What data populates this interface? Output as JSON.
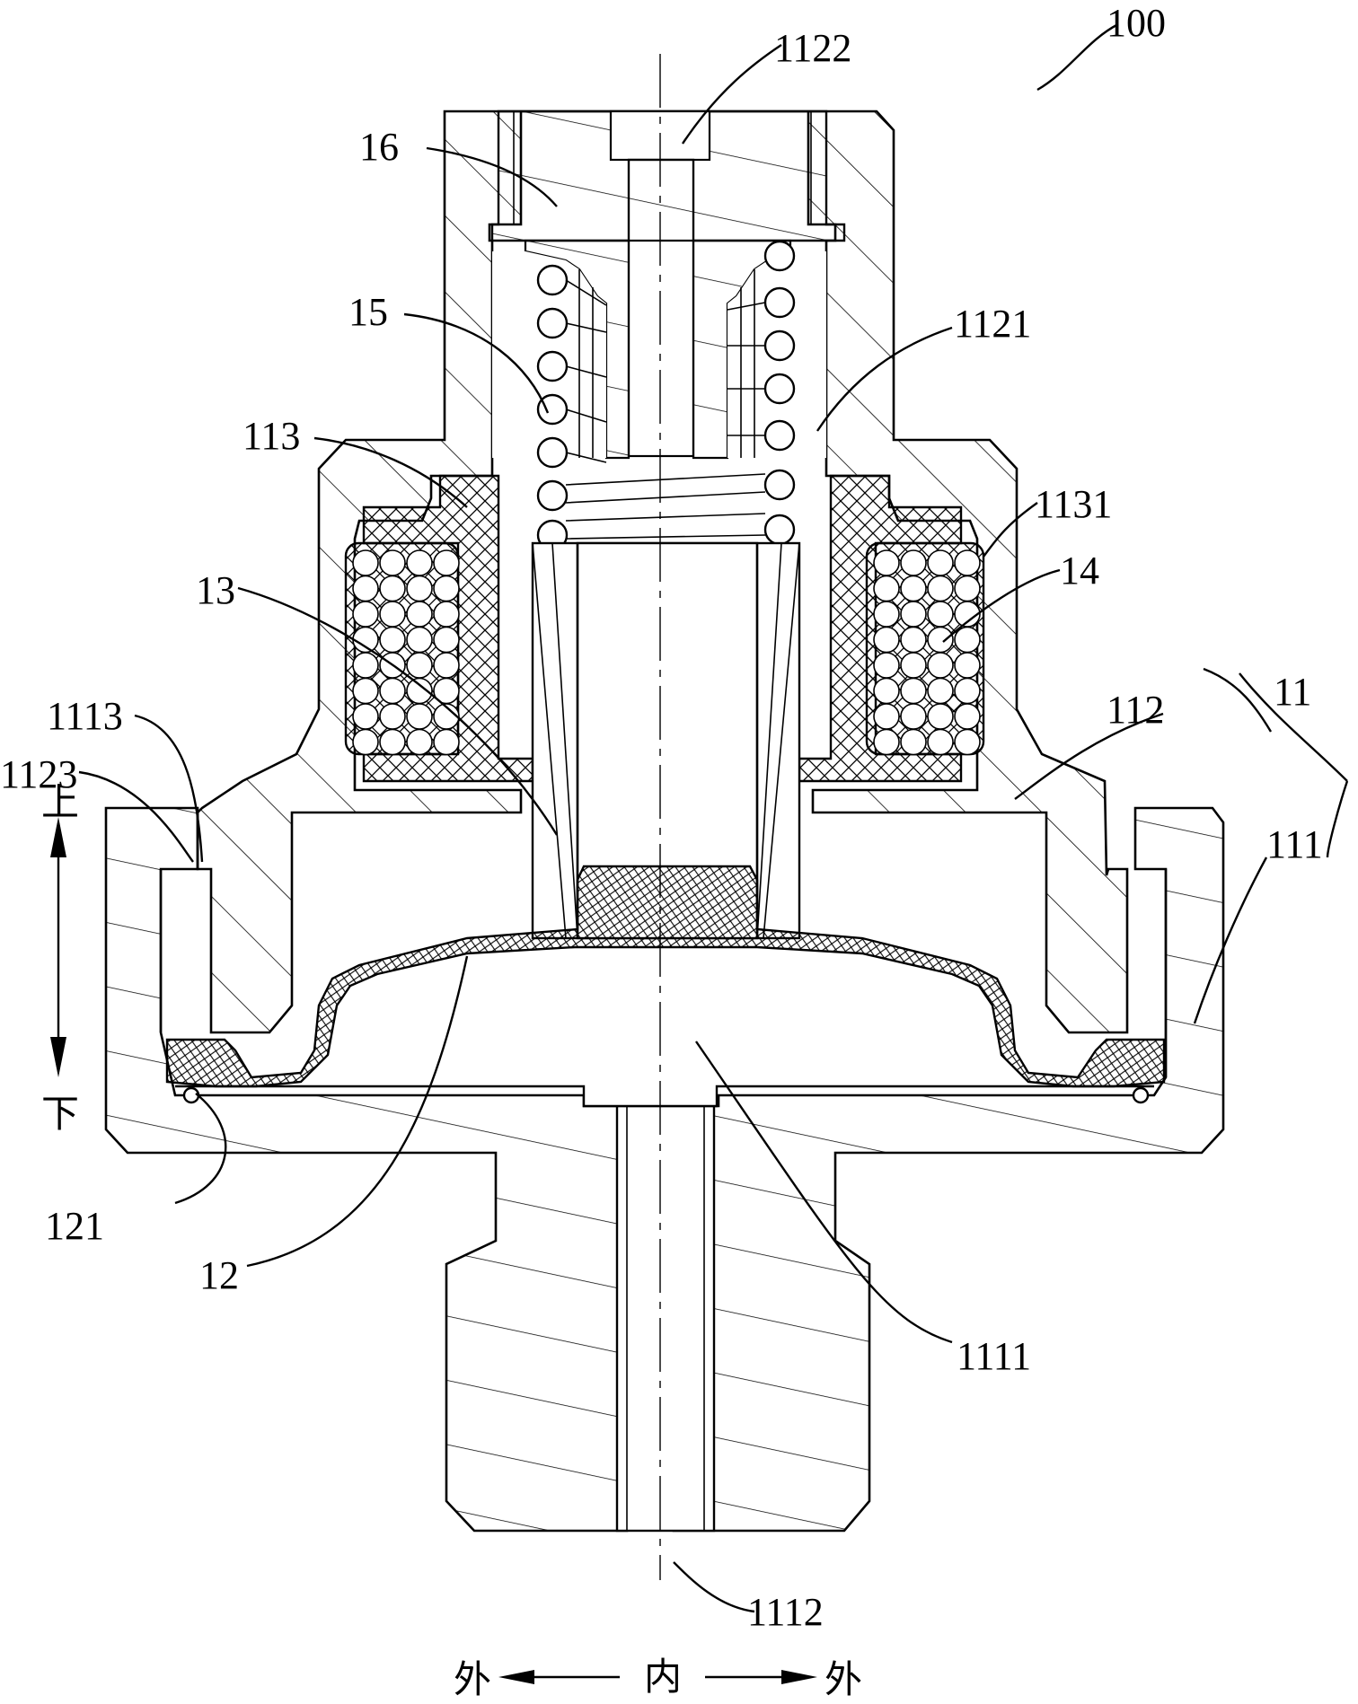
{
  "drawing": {
    "labels": {
      "l100": "100",
      "l1122": "1122",
      "l16": "16",
      "l15": "15",
      "l1121": "1121",
      "l113": "113",
      "l1131": "1131",
      "l14": "14",
      "l13": "13",
      "l11": "11",
      "l1113": "1113",
      "l112": "112",
      "l1123": "1123",
      "l111": "111",
      "l121": "121",
      "l12": "12",
      "l1111": "1111",
      "l1112": "1112"
    },
    "direction": {
      "up": "上",
      "down": "下",
      "outer_left": "外",
      "inner": "内",
      "outer_right": "外"
    }
  }
}
